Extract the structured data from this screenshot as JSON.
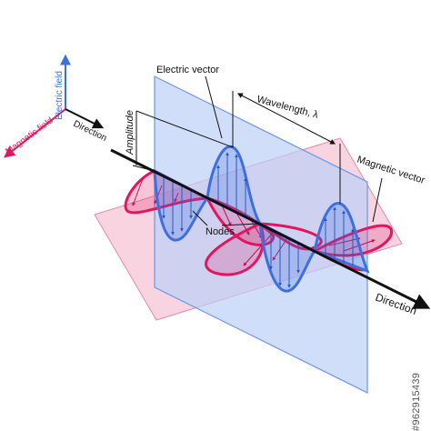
{
  "labels": {
    "electric_field": "Electric field",
    "magnetic_field": "Magnetic field",
    "direction_axis": "Direction",
    "amplitude": "Amplitude",
    "electric_vector": "Electric vector",
    "wavelength": "Wavelength, λ",
    "magnetic_vector": "Magnetic vector",
    "nodes": "Nodes",
    "direction_main": "Direction"
  },
  "stock_id": "#962915439",
  "colors": {
    "electric": "#3d6fe0",
    "electric_plane": "#b9cdf4",
    "magnetic": "#e3155f",
    "magnetic_plane": "#f6b9cc",
    "axis": "#111111",
    "text": "#111111"
  },
  "icons": [
    "electric-field-axis-arrow",
    "magnetic-field-axis-arrow",
    "direction-axis-arrow"
  ]
}
